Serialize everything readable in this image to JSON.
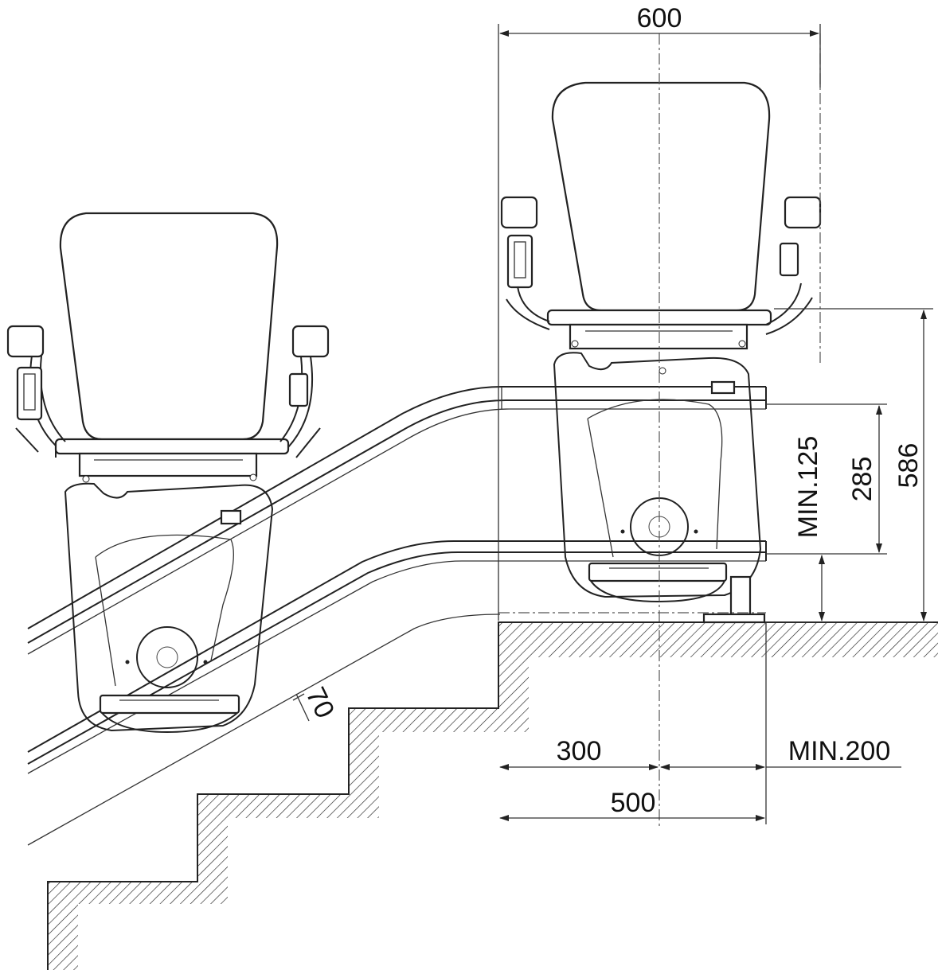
{
  "dimensions": {
    "top_width": "600",
    "total_height": "586",
    "rail_height": "285",
    "min_clearance": "MIN.125",
    "half_depth": "300",
    "min_side": "MIN.200",
    "footprint": "500",
    "angle_offset": "70"
  }
}
